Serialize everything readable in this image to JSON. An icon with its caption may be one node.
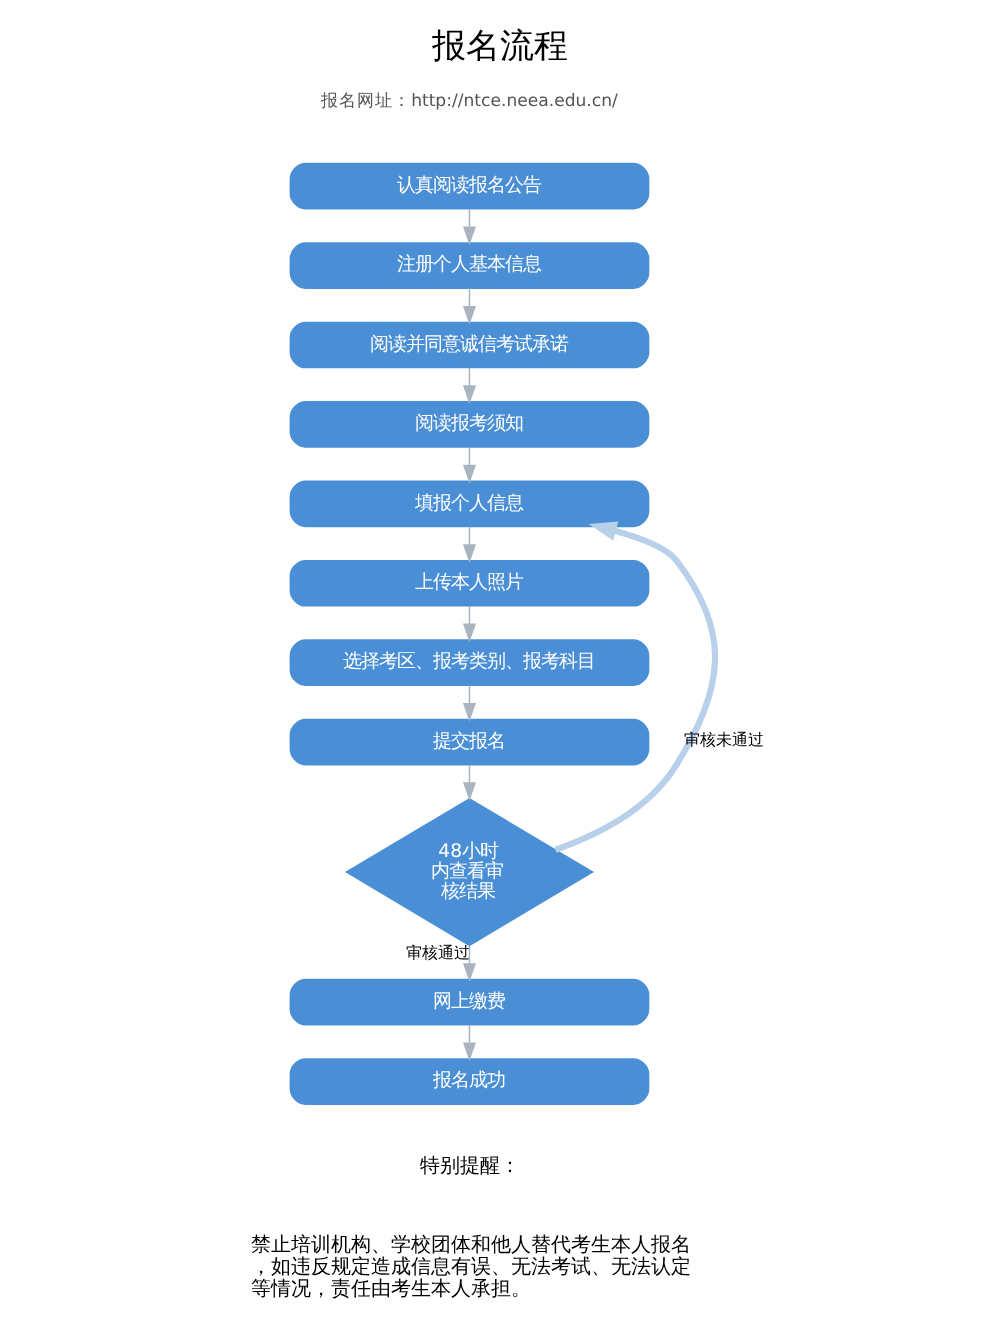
{
  "diagram": {
    "title": "报名流程",
    "nodes": [
      {
        "text": [
          "认真阅读报名公告"
        ]
      },
      {
        "text": [
          "注册个人基本信息"
        ]
      },
      {
        "text": [
          "阅读并同意诚信考试承诺"
        ]
      },
      {
        "text": [
          "阅读报考须知"
        ]
      },
      {
        "text": [
          "填报个人信息"
        ]
      },
      {
        "text": [
          "上传本人照片"
        ]
      },
      {
        "text": [
          "选择考区、报考类别、报考科目"
        ]
      },
      {
        "text": [
          "提交报名"
        ]
      },
      {
        "text": [
          "48小时内查看审核结果"
        ]
      },
      {
        "text": [
          "网上缴费"
        ]
      },
      {
        "text": [
          "报名成功"
        ]
      }
    ],
    "edges": [
      {
        "from": 0,
        "to": 1,
        "arrow": "to"
      },
      {
        "from": 1,
        "to": 2,
        "arrow": "to"
      },
      {
        "from": 2,
        "to": 3,
        "arrow": "to"
      },
      {
        "from": 3,
        "to": 4,
        "arrow": "to"
      },
      {
        "from": 4,
        "to": 5,
        "arrow": "to"
      },
      {
        "from": 5,
        "to": 6,
        "arrow": "to"
      },
      {
        "from": 6,
        "to": 7,
        "arrow": "to"
      },
      {
        "from": 7,
        "to": 8,
        "arrow": "to"
      },
      {
        "from": 8,
        "to": 4,
        "arrow": "to",
        "label": "审核未通过",
        "style": "thick",
        "color": "#b8d0ea"
      },
      {
        "from": 8,
        "to": 9,
        "arrow": "to",
        "label": "审核通过"
      },
      {
        "from": 9,
        "to": 10,
        "arrow": "to"
      }
    ],
    "labels": [
      "报名网址：http://ntce.neea.edu.cn/",
      "特别提醒：",
      "禁止培训机构、学校团体和他人替代考生本人报名，如违反规定造成信息有误、无法考试、无法认定等情况，责任由考生本人承担。"
    ]
  }
}
